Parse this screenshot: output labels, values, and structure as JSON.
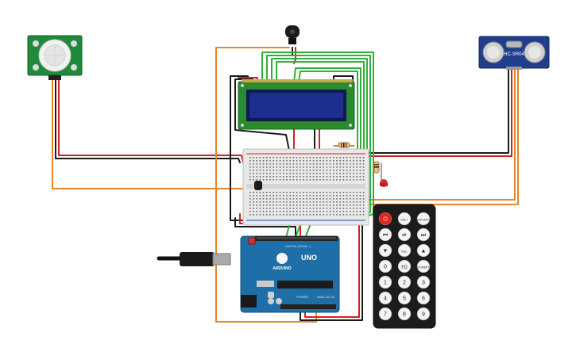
{
  "canvas": {
    "background": "#ffffff"
  },
  "colors": {
    "wire_orange": "#e8842a",
    "wire_black": "#1a1a1a",
    "wire_red": "#d42020",
    "wire_green": "#2fae3c",
    "pcb_green": "#1f8a3a",
    "arduino_blue": "#1e6fa8",
    "lcd_screen": "#1d2f8c",
    "remote_body": "#1c1c1c",
    "power_button": "#e0291e"
  },
  "components": {
    "pir_sensor": {
      "icon": "pir-motion-sensor-icon"
    },
    "ultrasonic_sensor": {
      "label": "HC-SR04",
      "icon": "ultrasonic-sensor-icon"
    },
    "ir_receiver": {
      "icon": "ir-receiver-icon"
    },
    "lcd": {
      "icon": "lcd-16x2-icon"
    },
    "breadboard": {
      "icon": "breadboard-icon"
    },
    "arduino": {
      "brand": "ARDUINO",
      "model": "UNO",
      "digital_label": "DIGITAL (PWM ~)",
      "power_label": "POWER",
      "analog_label": "ANALOG IN",
      "icon": "arduino-uno-icon"
    },
    "usb_cable": {
      "icon": "usb-cable-icon"
    },
    "remote": {
      "buttons": [
        [
          "⏻",
          "VOL+",
          "FUNC/STOP"
        ],
        [
          "⏮",
          "⏯",
          "⏭"
        ],
        [
          "▼",
          "VOL-",
          "▲"
        ],
        [
          "0",
          "EQ",
          "ST/REPT"
        ],
        [
          "1",
          "2",
          "3"
        ],
        [
          "4",
          "5",
          "6"
        ],
        [
          "7",
          "8",
          "9"
        ]
      ]
    }
  }
}
